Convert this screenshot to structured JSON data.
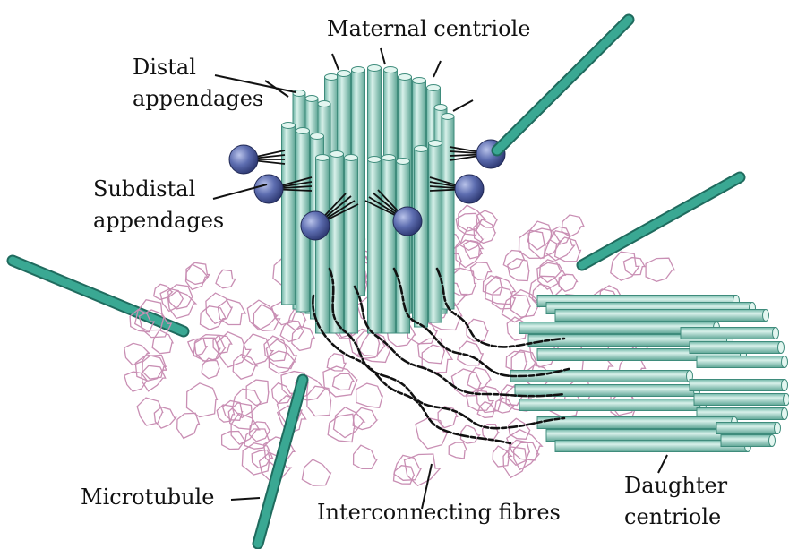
{
  "labels": {
    "maternal_centriole": "Maternal centriole",
    "distal_1": "Distal",
    "distal_2": "appendages",
    "subdistal_1": "Subdistal",
    "subdistal_2": "appendages",
    "microtubule": "Microtubule",
    "interconnecting": "Interconnecting fibres",
    "daughter_1": "Daughter",
    "daughter_2": "centriole"
  },
  "colors": {
    "microtubule_fill": "#9fd3c7",
    "microtubule_dark": "#2c8a78",
    "long_microtubule": "#2f9a86",
    "appendage_ball": "#4a5a9e",
    "pcm_outline": "#c98fb4",
    "fibre": "#111111",
    "text": "#111111"
  }
}
